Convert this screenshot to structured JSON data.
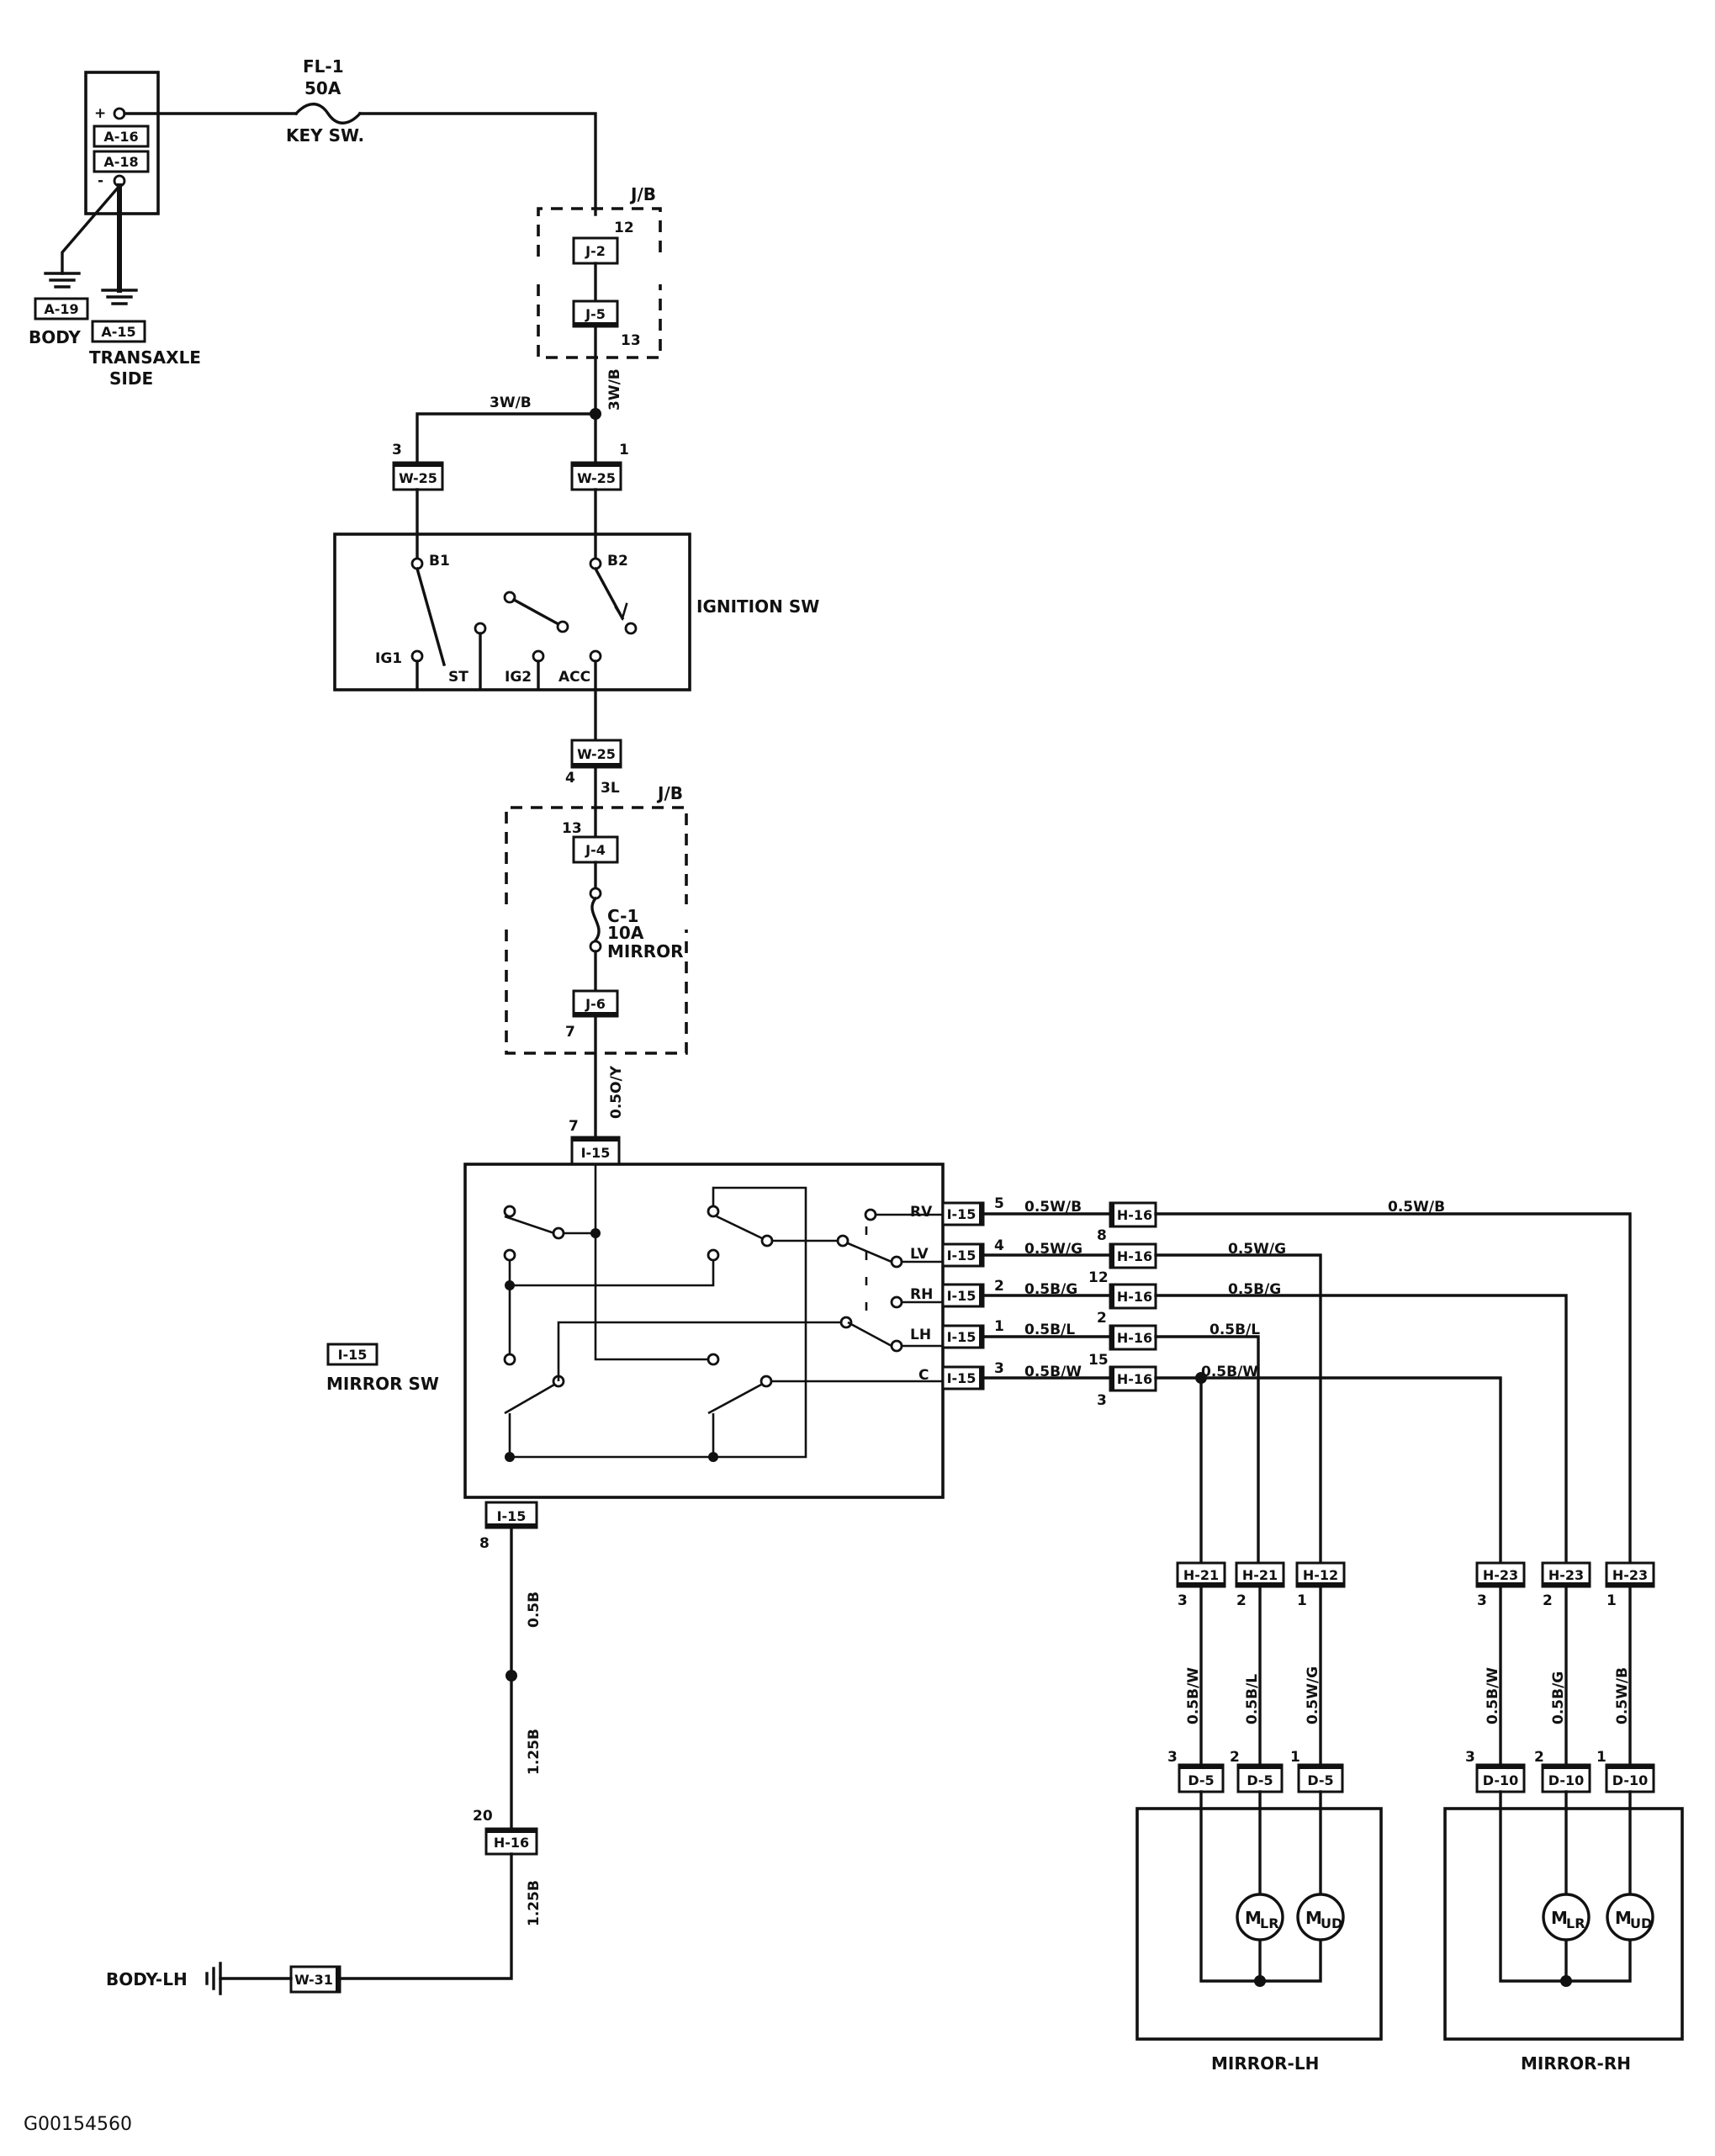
{
  "battery": {
    "plus": "+",
    "minus": "-",
    "conn_a16": "A-16",
    "conn_a18": "A-18"
  },
  "grounds": {
    "conn_a19": "A-19",
    "body": "BODY",
    "conn_a15": "A-15",
    "transaxle": "TRANSAXLE",
    "side": "SIDE"
  },
  "fuse_fl1": {
    "name": "FL-1",
    "rating": "50A",
    "circuit": "KEY SW."
  },
  "jb1": {
    "label": "J/B",
    "pin_in": "12",
    "conn_in": "J-2",
    "conn_out": "J-5",
    "pin_out": "13"
  },
  "wires": {
    "feed_branch": "3W/B",
    "feed_main": "3W/B",
    "acc_out": "3L",
    "mirror_feed": "0.5O/Y"
  },
  "ignition_sw": {
    "name": "IGNITION SW",
    "in_conn": "W-25",
    "in_pin_left": "3",
    "in_pin_right": "1",
    "b1": "B1",
    "b2": "B2",
    "ig1": "IG1",
    "st": "ST",
    "ig2": "IG2",
    "acc": "ACC",
    "out_conn": "W-25",
    "out_pin": "4"
  },
  "jb2": {
    "label": "J/B",
    "pin_in": "13",
    "conn_in": "J-4",
    "conn_out": "J-6",
    "pin_out": "7"
  },
  "fuse_c1": {
    "name": "C-1",
    "rating": "10A",
    "circuit": "MIRROR"
  },
  "mirror_sw": {
    "name": "MIRROR SW",
    "conn": "I-15",
    "in_pin": "7",
    "terms": [
      "RV",
      "LV",
      "RH",
      "LH",
      "C"
    ]
  },
  "outputs": [
    {
      "term": "RV",
      "i15_pin": "5",
      "wire": "0.5W/B",
      "h16_conn": "H-16",
      "h16_pin": "8"
    },
    {
      "term": "LV",
      "i15_pin": "4",
      "wire": "0.5W/G",
      "h16_conn": "H-16",
      "h16_pin": "12"
    },
    {
      "term": "RH",
      "i15_pin": "2",
      "wire": "0.5B/G",
      "h16_conn": "H-16",
      "h16_pin": "2"
    },
    {
      "term": "LH",
      "i15_pin": "1",
      "wire": "0.5B/L",
      "h16_conn": "H-16",
      "h16_pin": "15"
    },
    {
      "term": "C",
      "i15_pin": "3",
      "wire": "0.5B/W",
      "h16_conn": "H-16",
      "h16_pin": "3"
    }
  ],
  "mirror_lh": {
    "name": "MIRROR-LH",
    "harness": [
      {
        "conn": "H-21",
        "pin": "3",
        "wire": "0.5B/W"
      },
      {
        "conn": "H-21",
        "pin": "2",
        "wire": "0.5B/L"
      },
      {
        "conn": "H-12",
        "pin": "1",
        "wire": "0.5W/G"
      }
    ],
    "motor_conn": "D-5",
    "motor_lr": {
      "m": "M",
      "sub": "LR"
    },
    "motor_ud": {
      "m": "M",
      "sub": "UD"
    }
  },
  "mirror_rh": {
    "name": "MIRROR-RH",
    "harness": [
      {
        "conn": "H-23",
        "pin": "3",
        "wire": "0.5B/W"
      },
      {
        "conn": "H-23",
        "pin": "2",
        "wire": "0.5B/G"
      },
      {
        "conn": "H-23",
        "pin": "1",
        "wire": "0.5W/B"
      }
    ],
    "motor_conn": "D-10",
    "motor_lr": {
      "m": "M",
      "sub": "LR"
    },
    "motor_ud": {
      "m": "M",
      "sub": "UD"
    }
  },
  "ground": {
    "i15_pin": "8",
    "wire1": "0.5B",
    "wire2": "1.25B",
    "h16_conn": "H-16",
    "h16_pin": "20",
    "w31_conn": "W-31",
    "body_lh": "BODY-LH"
  },
  "figure_id": "G00154560"
}
